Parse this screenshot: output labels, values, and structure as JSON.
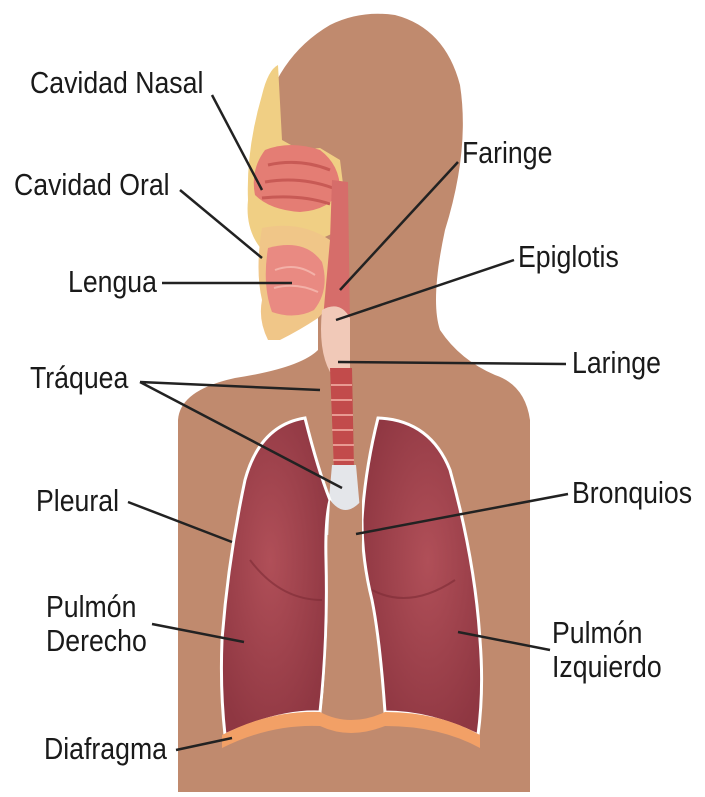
{
  "labels": {
    "cavidad_nasal": "Cavidad Nasal",
    "cavidad_oral": "Cavidad Oral",
    "lengua": "Lengua",
    "traquea": "Tráquea",
    "pleural": "Pleural",
    "pulmon_derecho_1": "Pulmón",
    "pulmon_derecho_2": "Derecho",
    "diafragma": "Diafragma",
    "faringe": "Faringe",
    "epiglotis": "Epiglotis",
    "laringe": "Laringe",
    "bronquios": "Bronquios",
    "pulmon_izquierdo_1": "Pulmón",
    "pulmon_izquierdo_2": "Izquierdo"
  },
  "colors": {
    "skin": "#c08a6e",
    "skin_light": "#d3a48a",
    "lung": "#a8454f",
    "lung_dark": "#8e3440",
    "diaphragm": "#f2a066",
    "mucosa": "#e8887e",
    "bone": "#f2d27e",
    "line": "#222222"
  }
}
